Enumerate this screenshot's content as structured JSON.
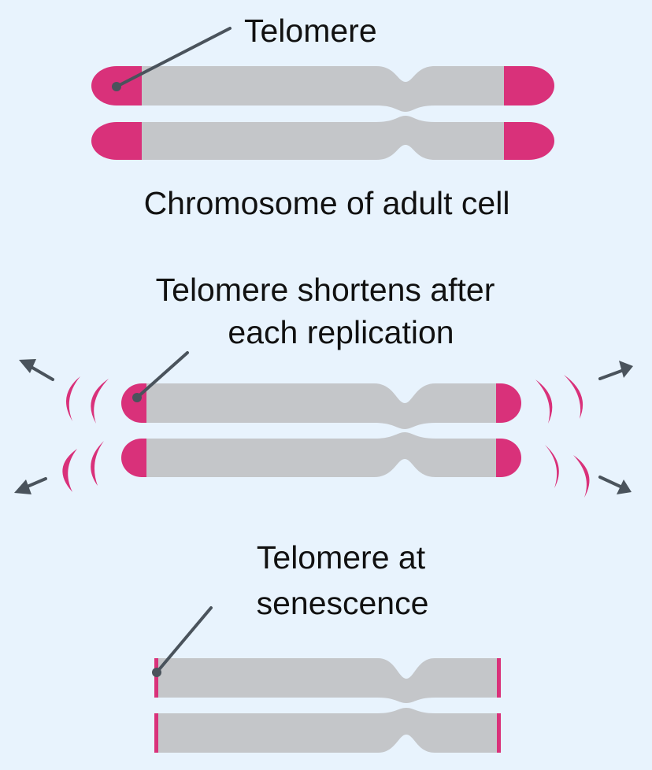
{
  "colors": {
    "background": "#e8f3fd",
    "chromatid": "#c4c6c9",
    "telomere": "#d9317a",
    "pointer": "#4a535c",
    "text": "#111111"
  },
  "labels": {
    "telomere": "Telomere",
    "adult_caption": "Chromosome of adult cell",
    "shortens_line1": "Telomere shortens after",
    "shortens_line2": "each replication",
    "senescence_line1": "Telomere at",
    "senescence_line2": "senescence"
  },
  "stages": [
    {
      "name": "adult",
      "telomere_cap": "full",
      "fragments_released": 0
    },
    {
      "name": "after-replication",
      "telomere_cap": "shortened",
      "fragments_released": 2
    },
    {
      "name": "senescence",
      "telomere_cap": "minimal",
      "fragments_released": 0
    }
  ]
}
